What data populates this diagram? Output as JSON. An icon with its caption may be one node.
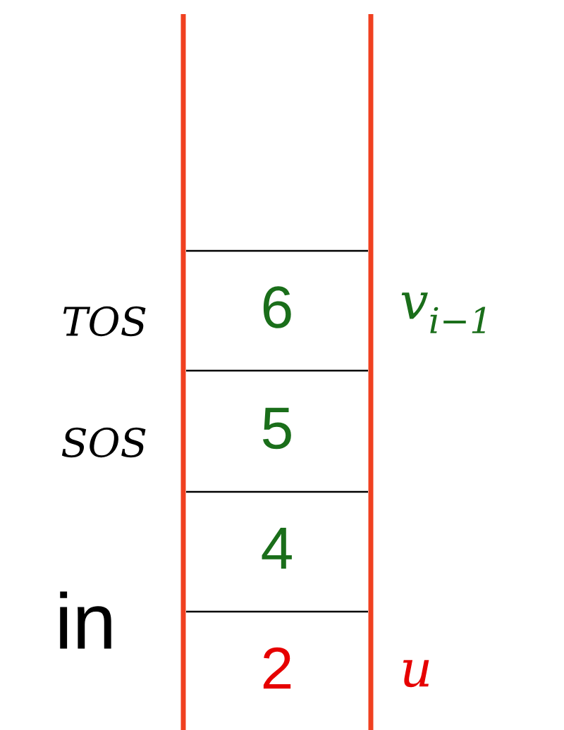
{
  "diagram": {
    "nodes": [
      {
        "text": [
          "6"
        ],
        "beside": [
          "TOS",
          "v$_{i−1}$"
        ]
      },
      {
        "text": [
          "5"
        ],
        "beside": [
          "SOS"
        ]
      },
      {
        "text": [
          "4"
        ]
      },
      {
        "text": [
          "2"
        ],
        "beside": [
          "u"
        ]
      }
    ],
    "labels": [
      "in"
    ]
  }
}
